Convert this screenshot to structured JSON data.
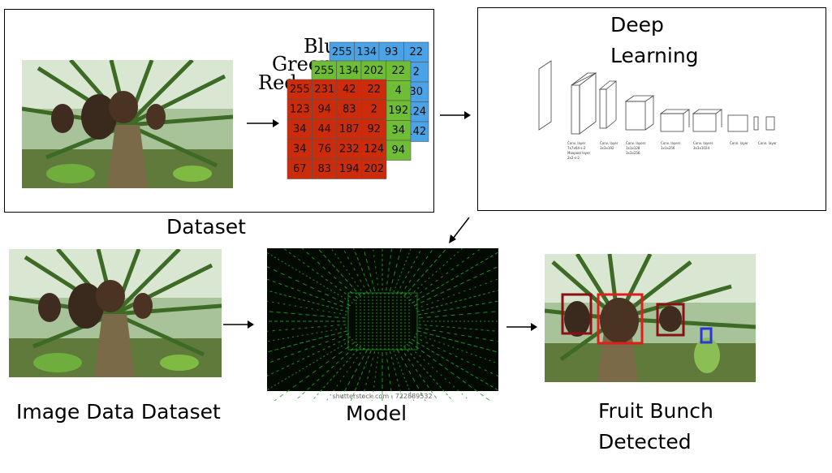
{
  "labels": {
    "dataset": "Dataset",
    "deep_learning": "Deep\nLearning",
    "image_data": "Image Data Dataset",
    "model": "Model",
    "fruit": "Fruit Bunch\nDetected"
  },
  "channels": {
    "blue": "Blue",
    "green": "Green",
    "red": "Red"
  },
  "matrices": {
    "blue": [
      [
        "255",
        "134",
        "93",
        "22"
      ],
      [
        "",
        "",
        "",
        "2"
      ],
      [
        "",
        "",
        "",
        "30"
      ],
      [
        "",
        "",
        "",
        "124"
      ],
      [
        "",
        "",
        "",
        "142"
      ]
    ],
    "green": [
      [
        "255",
        "134",
        "202",
        "22"
      ],
      [
        "",
        "",
        "",
        "4"
      ],
      [
        "",
        "",
        "",
        "192"
      ],
      [
        "",
        "",
        "",
        "34"
      ],
      [
        "",
        "",
        "",
        "94"
      ]
    ],
    "red": [
      [
        "255",
        "231",
        "42",
        "22"
      ],
      [
        "123",
        "94",
        "83",
        "2"
      ],
      [
        "34",
        "44",
        "187",
        "92"
      ],
      [
        "34",
        "76",
        "232",
        "124"
      ],
      [
        "67",
        "83",
        "194",
        "202"
      ]
    ]
  },
  "watermark": "shutterstock.com · 722889532",
  "colors": {
    "blue": "#4aa3e6",
    "green": "#6ebd35",
    "red": "#cc2b0c",
    "matrix_green": "#29d12c",
    "box_dark_red": "#8c0f16",
    "box_red": "#e21b1b",
    "box_blue": "#2b36d6"
  }
}
